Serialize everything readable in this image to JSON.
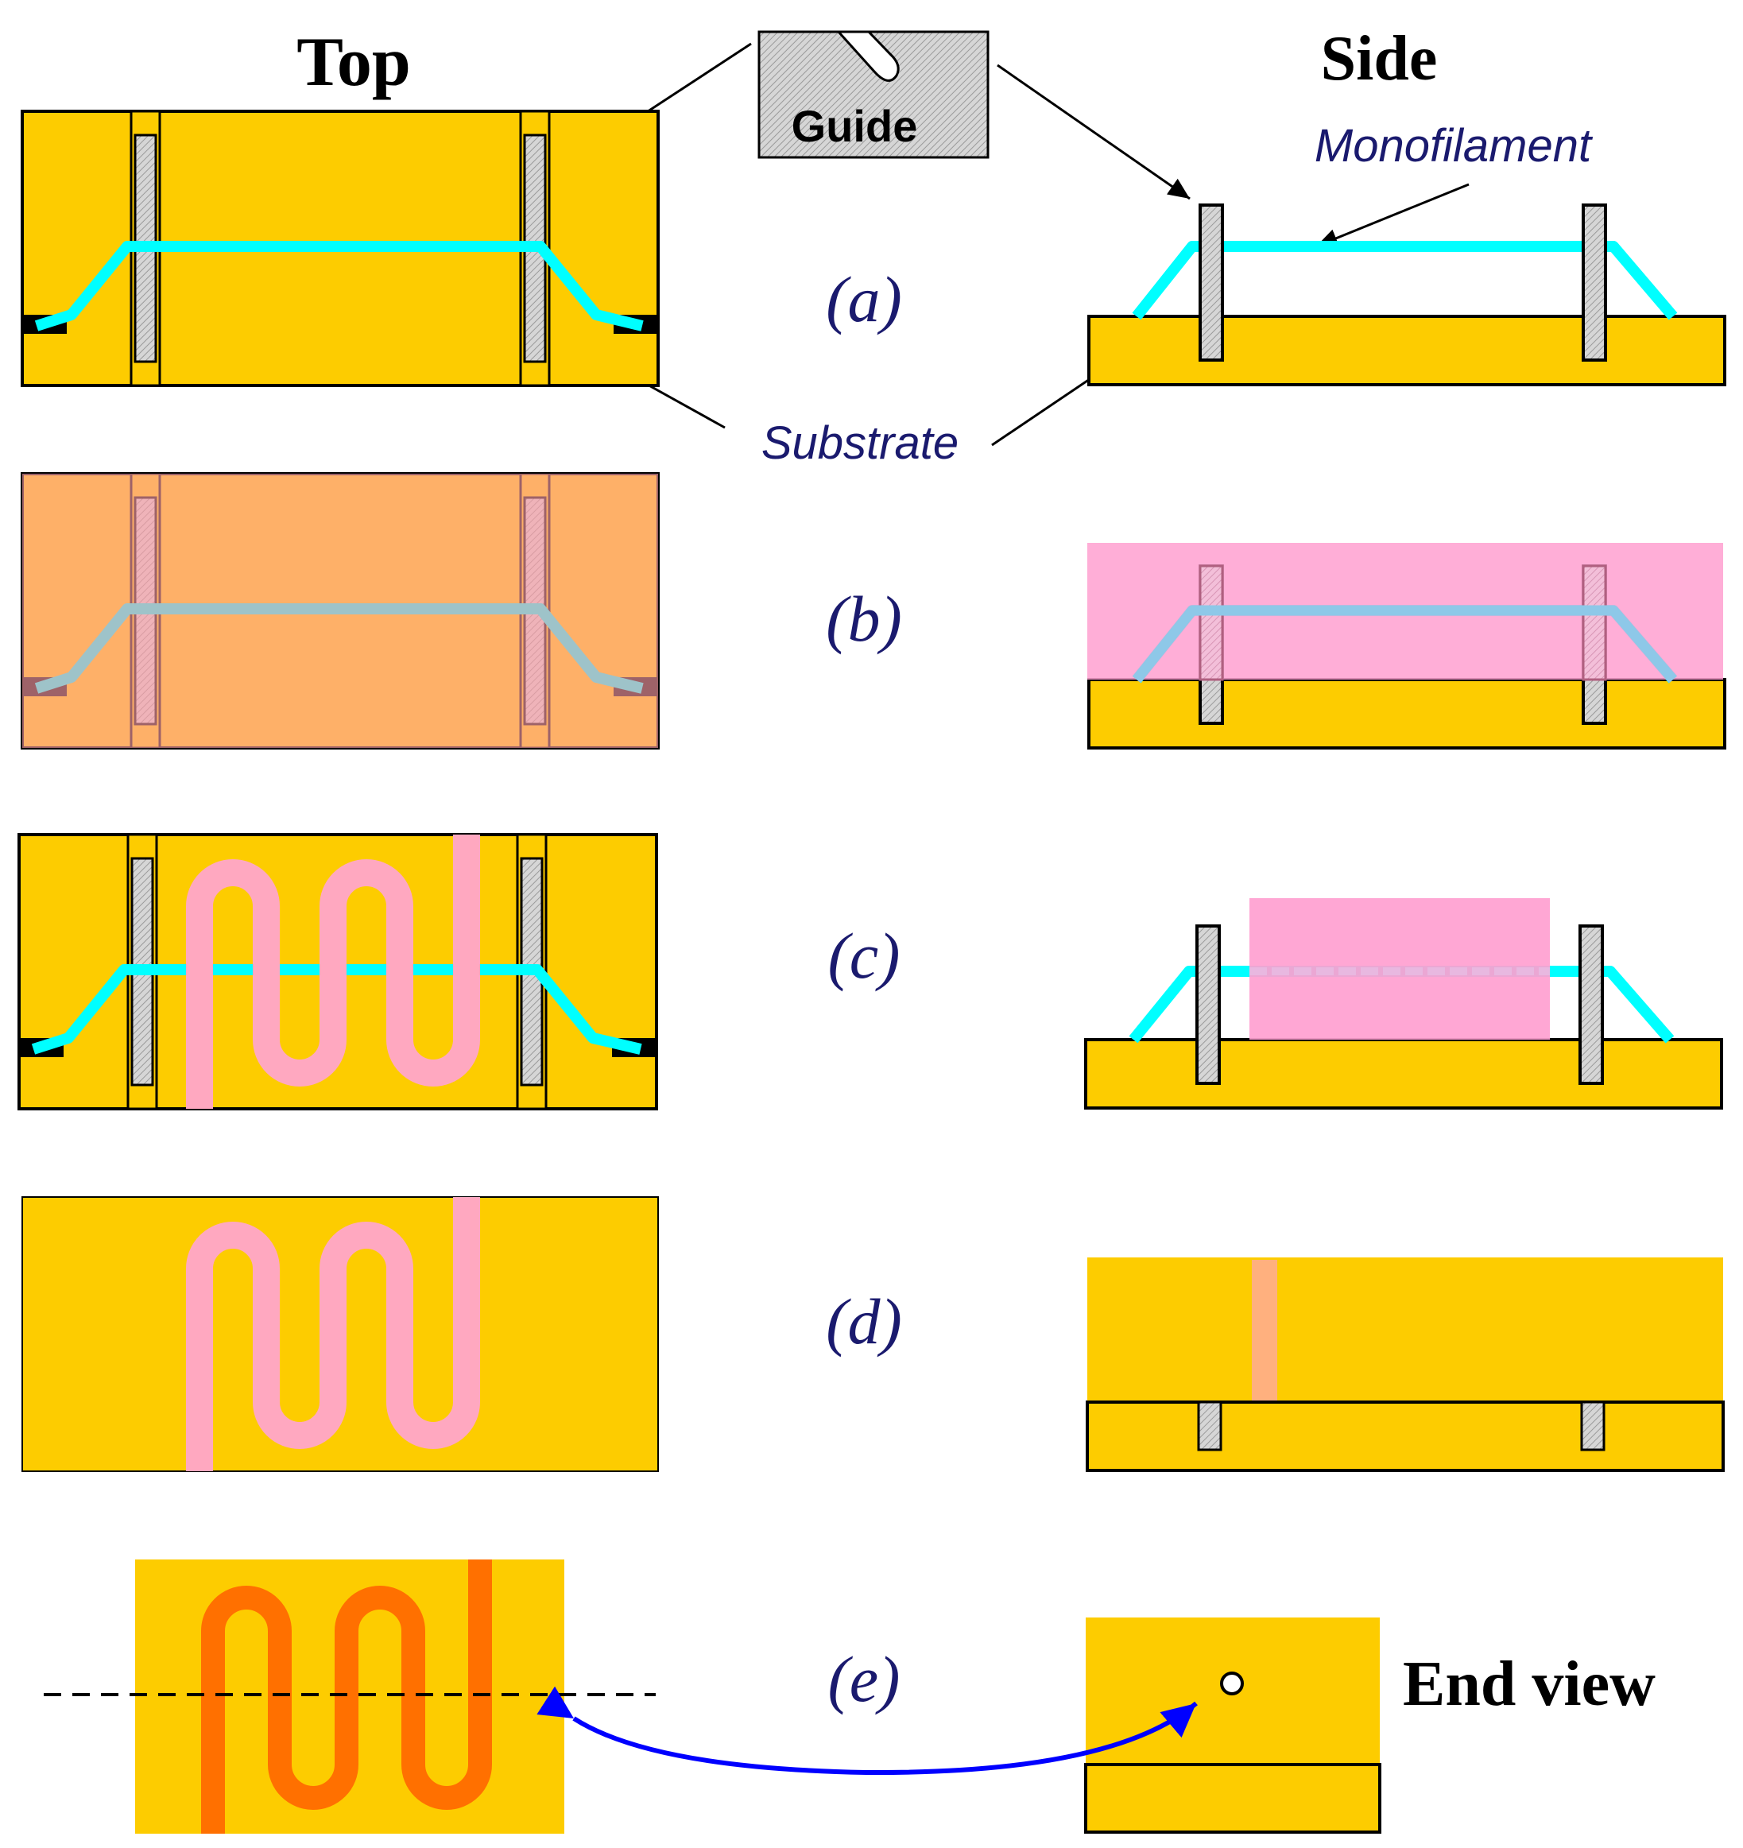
{
  "headings": {
    "top": "Top",
    "side": "Side",
    "end_view": "End view"
  },
  "labels": {
    "guide": "Guide",
    "monofilament": "Monofilament",
    "substrate": "Substrate"
  },
  "steps": [
    "(a)",
    "(b)",
    "(c)",
    "(d)",
    "(e)"
  ],
  "colors": {
    "substrate": "#FDCC00",
    "outline": "#000000",
    "filament": "#00FFFF",
    "guide": "#D9D9D9",
    "potting": "#FFB0D8",
    "potting_top": "#FFB07E",
    "channel": "#FFA8C0",
    "channel_cured": "#FF7000",
    "label_text": "#1A1A6E",
    "arrow_blue": "#0000FF"
  },
  "icons": [
    "guide-icon"
  ]
}
